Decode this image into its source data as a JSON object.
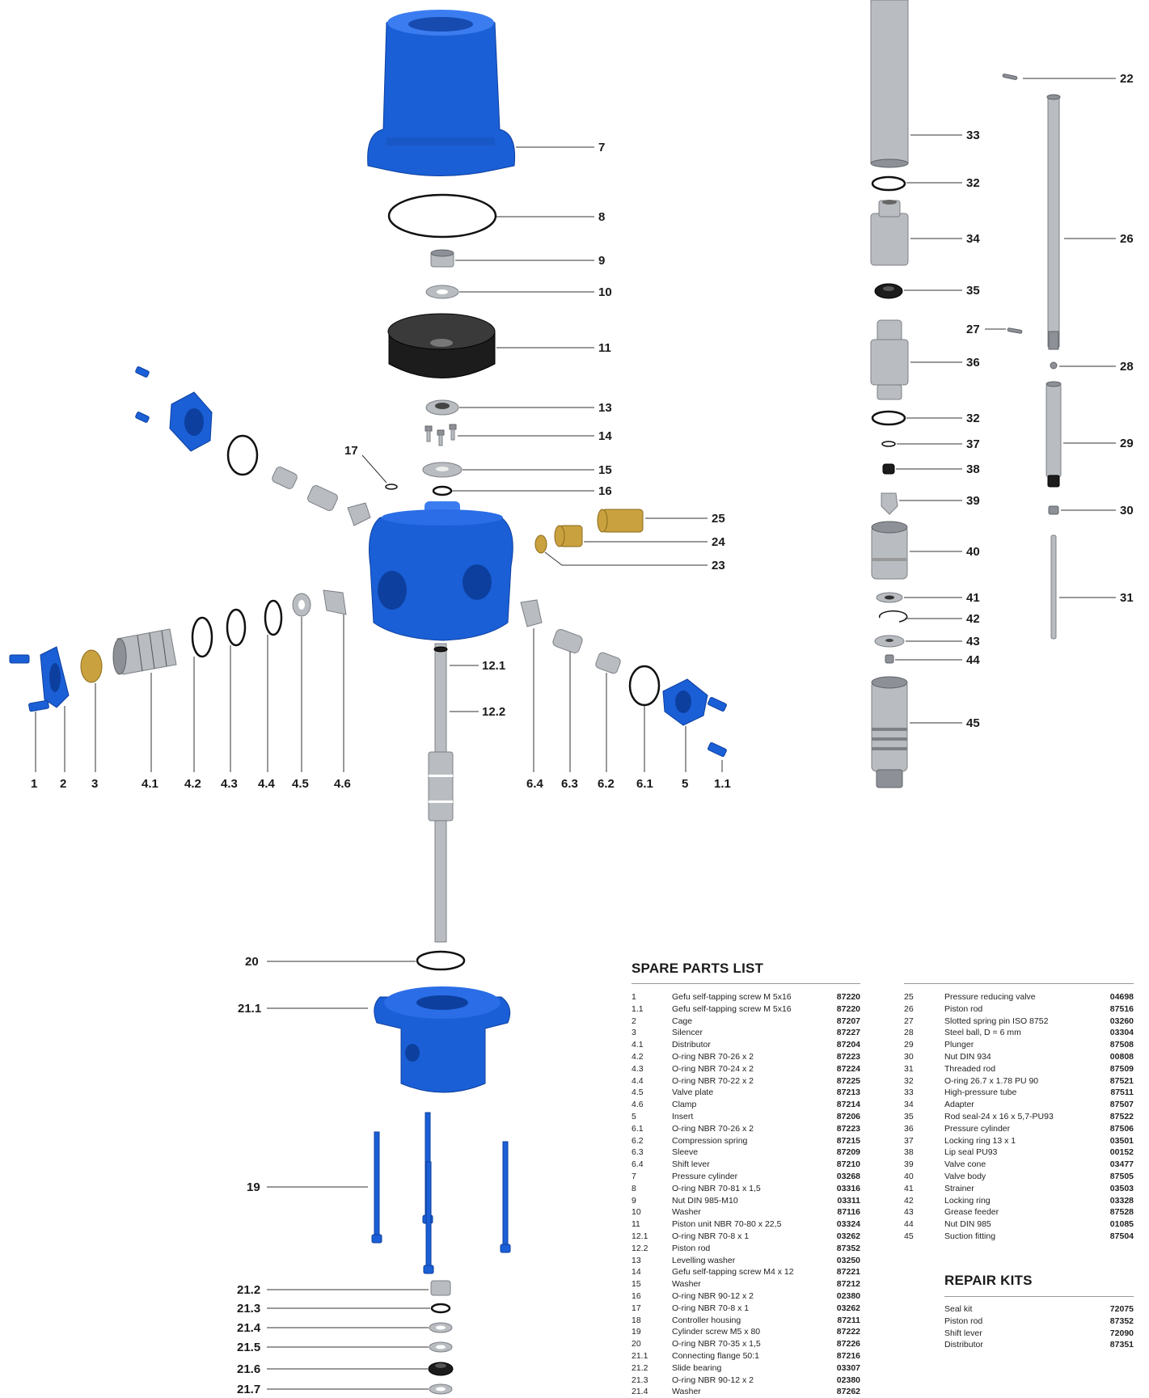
{
  "callouts": {
    "c1": "1",
    "c2": "2",
    "c3": "3",
    "c41": "4.1",
    "c42": "4.2",
    "c43": "4.3",
    "c44": "4.4",
    "c45": "4.5",
    "c46": "4.6",
    "c5": "5",
    "c11b": "1.1",
    "c61": "6.1",
    "c62": "6.2",
    "c63": "6.3",
    "c64": "6.4",
    "c7": "7",
    "c8": "8",
    "c9": "9",
    "c10": "10",
    "c11": "11",
    "c121": "12.1",
    "c122": "12.2",
    "c13": "13",
    "c14": "14",
    "c15": "15",
    "c16": "16",
    "c17": "17",
    "c19": "19",
    "c20": "20",
    "c211": "21.1",
    "c212": "21.2",
    "c213": "21.3",
    "c214": "21.4",
    "c215": "21.5",
    "c216": "21.6",
    "c217": "21.7",
    "c22": "22",
    "c23": "23",
    "c24": "24",
    "c25": "25",
    "c26": "26",
    "c27": "27",
    "c28": "28",
    "c29": "29",
    "c30": "30",
    "c31": "31",
    "c32a": "32",
    "c32b": "32",
    "c33": "33",
    "c34": "34",
    "c35": "35",
    "c36": "36",
    "c37": "37",
    "c38": "38",
    "c39": "39",
    "c40": "40",
    "c41b": "41",
    "c42b": "42",
    "c43b": "43",
    "c44b": "44",
    "c45b": "45"
  },
  "spare_parts": {
    "title": "SPARE PARTS LIST",
    "left": [
      {
        "no": "1",
        "desc": "Gefu self-tapping screw M 5x16",
        "code": "87220"
      },
      {
        "no": "1.1",
        "desc": "Gefu self-tapping screw M 5x16",
        "code": "87220"
      },
      {
        "no": "2",
        "desc": "Cage",
        "code": "87207"
      },
      {
        "no": "3",
        "desc": "Silencer",
        "code": "87227"
      },
      {
        "no": "4.1",
        "desc": "Distributor",
        "code": "87204"
      },
      {
        "no": "4.2",
        "desc": "O-ring NBR 70-26 x 2",
        "code": "87223"
      },
      {
        "no": "4.3",
        "desc": "O-ring NBR 70-24 x 2",
        "code": "87224"
      },
      {
        "no": "4.4",
        "desc": "O-ring NBR 70-22 x 2",
        "code": "87225"
      },
      {
        "no": "4.5",
        "desc": "Valve plate",
        "code": "87213"
      },
      {
        "no": "4.6",
        "desc": "Clamp",
        "code": "87214"
      },
      {
        "no": "5",
        "desc": "Insert",
        "code": "87206"
      },
      {
        "no": "6.1",
        "desc": "O-ring NBR 70-26 x 2",
        "code": "87223"
      },
      {
        "no": "6.2",
        "desc": "Compression spring",
        "code": "87215"
      },
      {
        "no": "6.3",
        "desc": "Sleeve",
        "code": "87209"
      },
      {
        "no": "6.4",
        "desc": "Shift lever",
        "code": "87210"
      },
      {
        "no": "7",
        "desc": "Pressure cylinder",
        "code": "03268"
      },
      {
        "no": "8",
        "desc": "O-ring NBR 70-81 x 1,5",
        "code": "03316"
      },
      {
        "no": "9",
        "desc": "Nut DIN 985-M10",
        "code": "03311"
      },
      {
        "no": "10",
        "desc": "Washer",
        "code": "87116"
      },
      {
        "no": "11",
        "desc": "Piston unit NBR 70-80 x 22,5",
        "code": "03324"
      },
      {
        "no": "12.1",
        "desc": "O-ring NBR 70-8 x 1",
        "code": "03262"
      },
      {
        "no": "12.2",
        "desc": "Piston rod",
        "code": "87352"
      },
      {
        "no": "13",
        "desc": "Levelling washer",
        "code": "03250"
      },
      {
        "no": "14",
        "desc": "Gefu self-tapping screw M4 x 12",
        "code": "87221"
      },
      {
        "no": "15",
        "desc": "Washer",
        "code": "87212"
      },
      {
        "no": "16",
        "desc": "O-ring NBR 90-12 x 2",
        "code": "02380"
      },
      {
        "no": "17",
        "desc": "O-ring NBR 70-8 x 1",
        "code": "03262"
      },
      {
        "no": "18",
        "desc": "Controller housing",
        "code": "87211"
      },
      {
        "no": "19",
        "desc": "Cylinder screw M5 x 80",
        "code": "87222"
      },
      {
        "no": "20",
        "desc": "O-ring NBR 70-35 x 1,5",
        "code": "87226"
      },
      {
        "no": "21.1",
        "desc": "Connecting flange 50:1",
        "code": "87216"
      },
      {
        "no": "21.2",
        "desc": "Slide bearing",
        "code": "03307"
      },
      {
        "no": "21.3",
        "desc": "O-ring NBR 90-12 x 2",
        "code": "02380"
      },
      {
        "no": "21.4",
        "desc": "Washer",
        "code": "87262"
      }
    ],
    "right": [
      {
        "no": "25",
        "desc": "Pressure reducing valve",
        "code": "04698"
      },
      {
        "no": "26",
        "desc": "Piston rod",
        "code": "87516"
      },
      {
        "no": "27",
        "desc": "Slotted spring pin ISO 8752",
        "code": "03260"
      },
      {
        "no": "28",
        "desc": "Steel ball, D = 6 mm",
        "code": "03304"
      },
      {
        "no": "29",
        "desc": "Plunger",
        "code": "87508"
      },
      {
        "no": "30",
        "desc": "Nut DIN 934",
        "code": "00808"
      },
      {
        "no": "31",
        "desc": "Threaded rod",
        "code": "87509"
      },
      {
        "no": "32",
        "desc": "O-ring 26.7 x 1.78 PU 90",
        "code": "87521"
      },
      {
        "no": "33",
        "desc": "High-pressure tube",
        "code": "87511"
      },
      {
        "no": "34",
        "desc": "Adapter",
        "code": "87507"
      },
      {
        "no": "35",
        "desc": "Rod seal-24 x 16 x 5,7-PU93",
        "code": "87522"
      },
      {
        "no": "36",
        "desc": "Pressure cylinder",
        "code": "87506"
      },
      {
        "no": "37",
        "desc": "Locking ring 13 x 1",
        "code": "03501"
      },
      {
        "no": "38",
        "desc": "Lip seal PU93",
        "code": "00152"
      },
      {
        "no": "39",
        "desc": "Valve cone",
        "code": "03477"
      },
      {
        "no": "40",
        "desc": "Valve body",
        "code": "87505"
      },
      {
        "no": "41",
        "desc": "Strainer",
        "code": "03503"
      },
      {
        "no": "42",
        "desc": "Locking ring",
        "code": "03328"
      },
      {
        "no": "43",
        "desc": "Grease feeder",
        "code": "87528"
      },
      {
        "no": "44",
        "desc": "Nut DIN 985",
        "code": "01085"
      },
      {
        "no": "45",
        "desc": "Suction fitting",
        "code": "87504"
      }
    ]
  },
  "repair_kits": {
    "title": "REPAIR KITS",
    "items": [
      {
        "desc": "Seal kit",
        "code": "72075"
      },
      {
        "desc": "Piston rod",
        "code": "87352"
      },
      {
        "desc": "Shift lever",
        "code": "72090"
      },
      {
        "desc": "Distributor",
        "code": "87351"
      }
    ]
  }
}
